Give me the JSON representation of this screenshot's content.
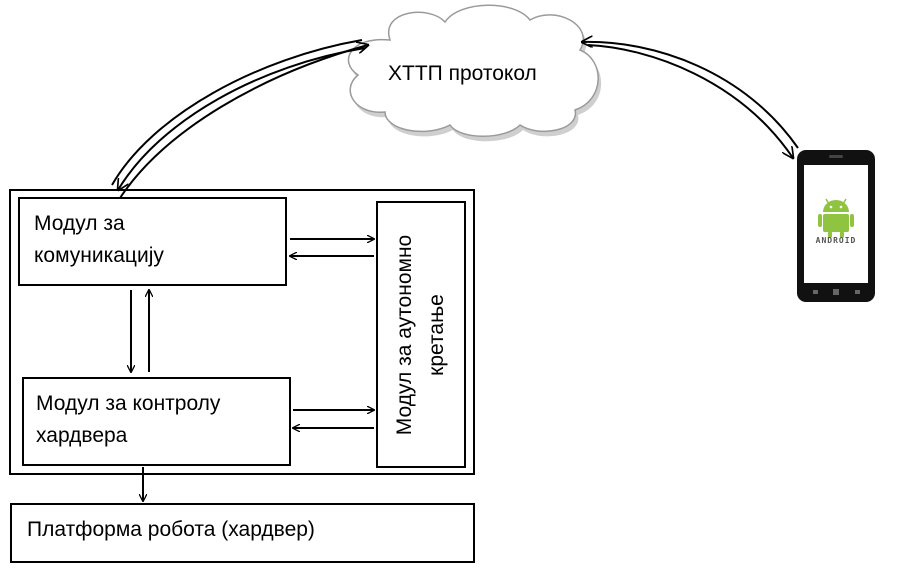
{
  "cloud": {
    "label": "ХТТП протокол"
  },
  "modules": {
    "communication": {
      "line1": "Модул за",
      "line2": "комуникацију"
    },
    "hardware_control": {
      "line1": "Модул за контролу",
      "line2": "хардвера"
    },
    "autonomous": {
      "line1": "Модул за аутономно",
      "line2": "кретање"
    }
  },
  "platform": {
    "label": "Платформа робота (хардвер)"
  },
  "phone": {
    "brand": "ANDROID"
  },
  "colors": {
    "android_green": "#8fc440",
    "stroke": "#000000",
    "cloud_shadow": "#cfcfcf"
  }
}
